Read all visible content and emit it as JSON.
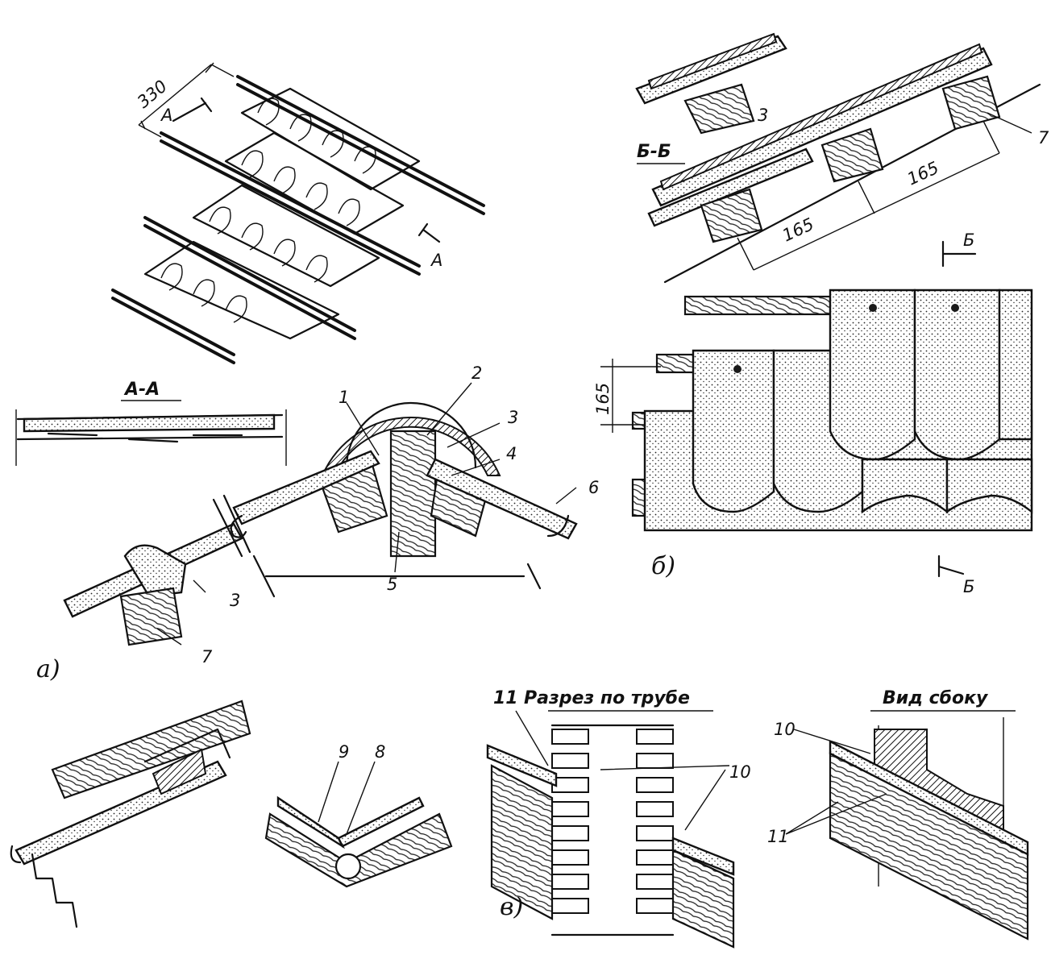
{
  "panel_labels": {
    "a": "а)",
    "b": "б)",
    "v": "в)"
  },
  "section_labels": {
    "a_a": "А-А",
    "b_b": "Б-Б",
    "a_marker_top": "А",
    "a_marker_bottom": "А",
    "b_marker_top": "Б",
    "b_marker_bottom": "Б"
  },
  "dimensions": {
    "tile_width": "330",
    "batten_spacing_1": "165",
    "batten_spacing_2": "165",
    "batten_spacing_vertical": "165"
  },
  "callouts": {
    "n1": "1",
    "n2": "2",
    "n3_top": "3",
    "n3_b": "3",
    "n3_a": "3",
    "n4": "4",
    "n5": "5",
    "n6": "6",
    "n7_a": "7",
    "n7_b": "7",
    "n8": "8",
    "n9": "9",
    "n10_pipe": "10",
    "n10_side": "10",
    "n11_pipe": "11",
    "n11_side": "11"
  },
  "titles": {
    "pipe_section": "Разрез по трубе",
    "side_view": "Вид сбоку"
  }
}
